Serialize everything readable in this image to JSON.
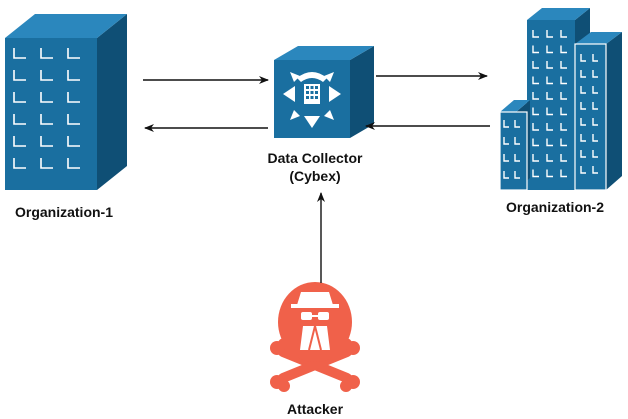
{
  "nodes": {
    "organization1": {
      "label": "Organization-1",
      "icon": "office-building-icon"
    },
    "collector": {
      "label_line1": "Data Collector",
      "label_line2": "(Cybex)",
      "icon": "data-collector-switch-icon"
    },
    "organization2": {
      "label": "Organization-2",
      "icon": "office-buildings-cluster-icon"
    },
    "attacker": {
      "label": "Attacker",
      "icon": "spy-skull-crossbones-icon"
    }
  },
  "edges": [
    {
      "from": "Organization-1",
      "to": "Data Collector"
    },
    {
      "from": "Data Collector",
      "to": "Organization-1"
    },
    {
      "from": "Data Collector",
      "to": "Organization-2"
    },
    {
      "from": "Organization-2",
      "to": "Data Collector"
    },
    {
      "from": "Attacker",
      "to": "Data Collector"
    }
  ],
  "colors": {
    "building_front": "#1a6fa0",
    "building_side": "#0f4f75",
    "building_top": "#2b87bd",
    "collector_front": "#1a6fa0",
    "attacker": "#f0614a",
    "arrow": "#111111",
    "text": "#111111"
  }
}
